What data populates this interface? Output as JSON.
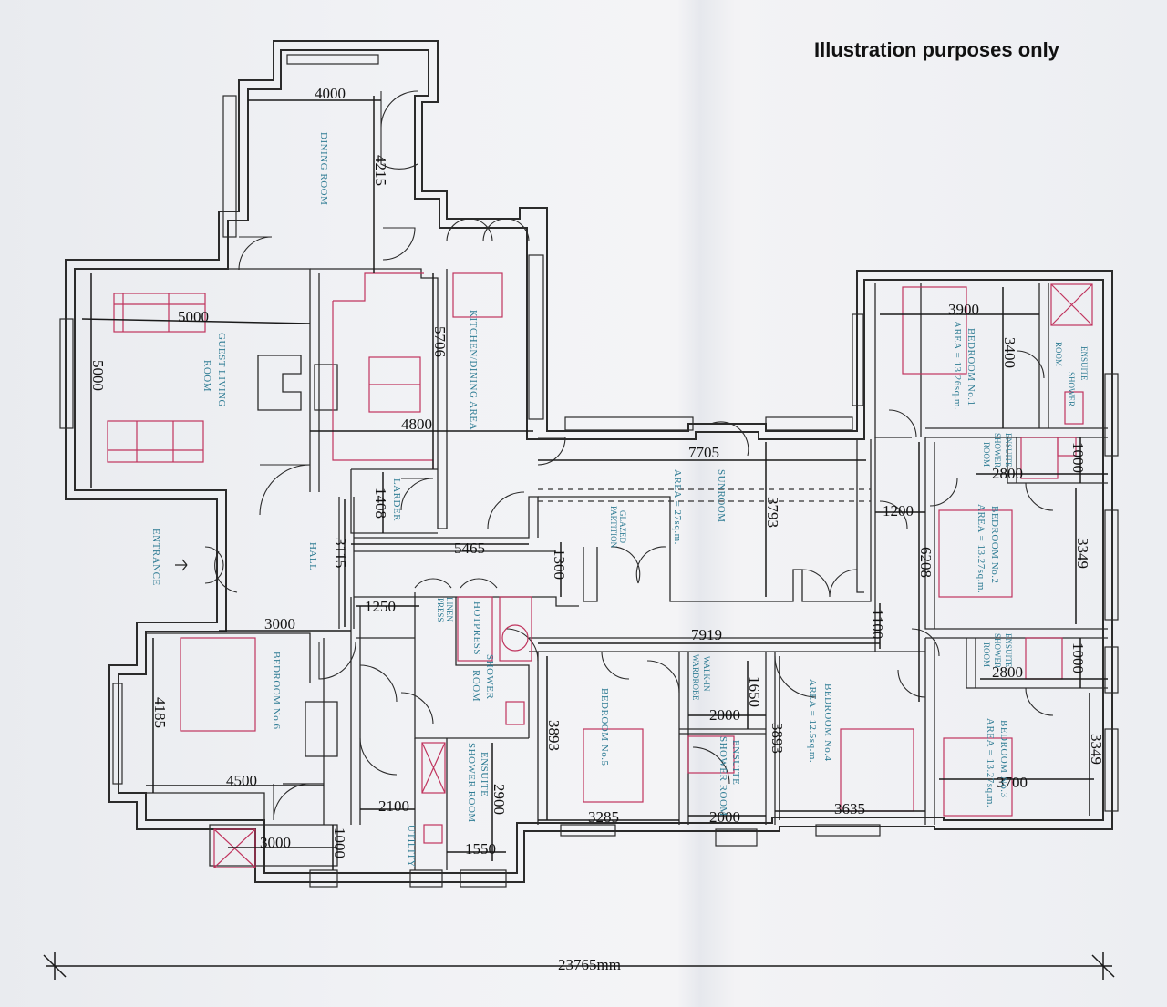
{
  "note": "Illustration purposes only",
  "overall_width": "23765mm",
  "rooms": {
    "dining": "DINING ROOM",
    "guest_living_1": "GUEST LIVING",
    "guest_living_2": "ROOM",
    "kitchen": "KITCHEN/DINING AREA",
    "larder": "LARDER",
    "hall": "HALL",
    "entrance": "ENTRANCE",
    "sunroom": "SUNROOM",
    "sunroom_area": "AREA = 27sq.m.",
    "glazed_1": "GLAZED",
    "glazed_2": "PARTITION",
    "linen_1": "LINEN",
    "linen_2": "PRESS",
    "hotpress": "HOTPRESS",
    "shower_1": "SHOWER",
    "shower_2": "ROOM",
    "ensuite_shower_1": "ENSUITE",
    "ensuite_shower_2": "SHOWER ROOM",
    "utility": "UTILITY",
    "bedroom6": "BEDROOM No.6",
    "bedroom5": "BEDROOM No.5",
    "walkin_1": "WALK-IN",
    "walkin_2": "WARDROBE",
    "ensuite_b4_1": "ENSUITE",
    "ensuite_b4_2": "SHOWER ROOM",
    "bedroom4": "BEDROOM No.4",
    "bedroom4_area": "AREA = 12.5sq.m.",
    "bedroom1": "BEDROOM No.1",
    "bedroom1_area": "AREA = 13.26sq.m.",
    "ensuite_b1_1": "ENSUITE",
    "ensuite_b1_2": "SHOWER",
    "ensuite_b1_3": "ROOM",
    "bedroom2": "BEDROOM No.2",
    "bedroom2_area": "AREA = 13.27sq.m.",
    "ensuite_b2_1": "ENSUITE",
    "ensuite_b2_2": "SHOWER",
    "ensuite_b2_3": "ROOM",
    "bedroom3": "BEDROOM No.3",
    "bedroom3_area": "AREA = 13.27sq.m.",
    "ensuite_b3_1": "ENSUITE",
    "ensuite_b3_2": "SHOWER",
    "ensuite_b3_3": "ROOM"
  },
  "dimensions": {
    "dining_w": "4000",
    "dining_h": "4215",
    "living_w": "5000",
    "living_h": "5000",
    "kitchen_h": "5706",
    "kitchen_w": "4800",
    "larder": "1408",
    "hall_h": "3115",
    "corridor_w": "5465",
    "corridor_h": "1300",
    "sunroom_w": "7705",
    "sunroom_h": "3793",
    "hall_w": "3000",
    "linen_w": "1250",
    "corridor2_w": "7919",
    "corridor2_h": "1100",
    "bed6_h": "4185",
    "bed6_w": "4500",
    "bed6_ens_w": "3000",
    "bed6_ens_h": "1000",
    "utility_w": "2100",
    "ens_h": "2900",
    "ens_w": "1550",
    "bed5_h": "3893",
    "bed5_w": "3285",
    "walkin_h": "1650",
    "walkin_w": "2000",
    "ens4_w": "2000",
    "bed4_h": "3893",
    "bed4_w": "3635",
    "bed1_w": "3900",
    "bed1_h": "3400",
    "ens2_h": "1000",
    "ens2_w": "2800",
    "bed2_h": "3349",
    "corr_e_w": "1200",
    "corr_e_h": "6208",
    "ens3_h": "1000",
    "ens3_w": "2800",
    "bed3_h": "3349",
    "bed3_w": "3700"
  },
  "colors": {
    "walls": "#2b2b2b",
    "furniture": "#c0345e",
    "room_labels": "#2f7c94",
    "dimensions": "#111111"
  }
}
